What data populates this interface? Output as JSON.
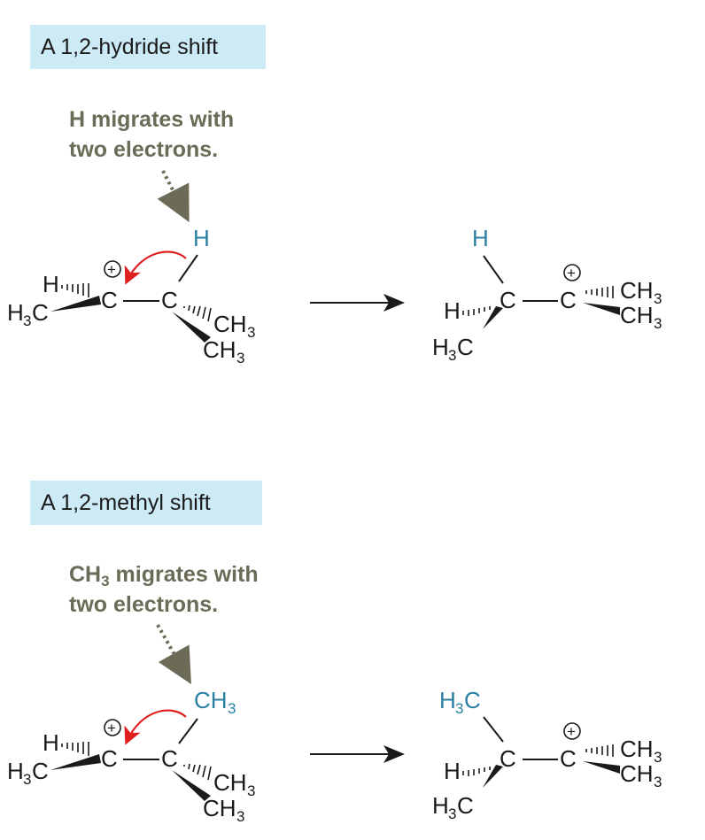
{
  "panel1": {
    "title": "A 1,2-hydride shift",
    "note_line1": "H migrates with",
    "note_line2": "two electrons.",
    "migrating_group": "H"
  },
  "panel2": {
    "title": "A 1,2-methyl shift",
    "note_line1_main": "CH",
    "note_line1_sub": "3",
    "note_line1_rest": " migrates with",
    "note_line2": "two electrons.",
    "migrating_group": "CH3"
  },
  "colors": {
    "title_bg": "#cdeaf7",
    "note_text": "#6b6b57",
    "migrating_atom": "#2a7fa3",
    "curved_arrow": "#e02020"
  }
}
